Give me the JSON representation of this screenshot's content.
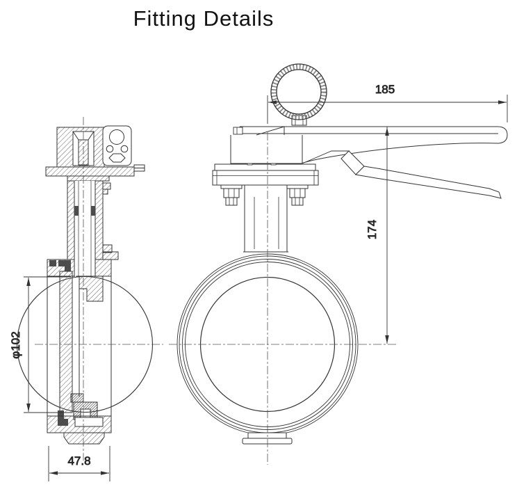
{
  "title": "Fitting Details",
  "dimensions": {
    "handle_length": "185",
    "overall_height": "174",
    "bore_diameter": "φ102",
    "face_width": "47.8"
  },
  "colors": {
    "line": "#333333",
    "hatch": "#555555",
    "seal_dark": "#4c4c4c",
    "background": "#ffffff",
    "text": "#111111"
  }
}
